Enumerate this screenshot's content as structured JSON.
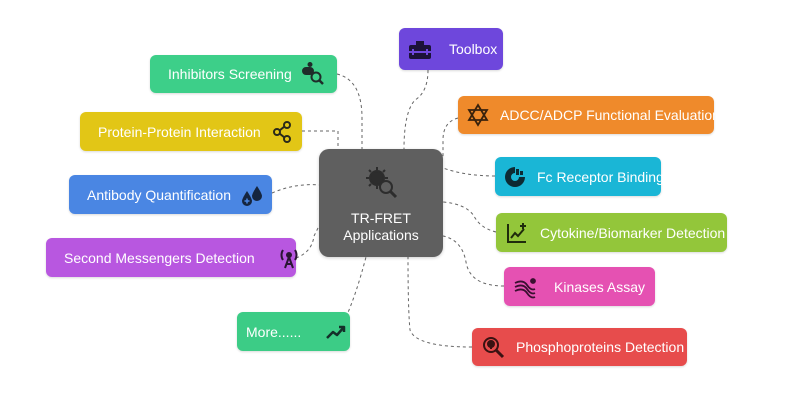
{
  "center": {
    "title_line1": "TR-FRET",
    "title_line2": "Applications",
    "icon": "virus-magnifier-icon"
  },
  "nodes": {
    "inhibitors_screening": {
      "label": "Inhibitors Screening",
      "color": "#3dcf89",
      "icon": "pill-magnifier-icon"
    },
    "protein_interaction": {
      "label": "Protein-Protein Interaction",
      "color": "#e2c616",
      "icon": "network-nodes-icon"
    },
    "antibody_quantification": {
      "label": "Antibody Quantification",
      "color": "#4a86e3",
      "icon": "droplets-icon"
    },
    "second_messengers": {
      "label": "Second Messengers Detection",
      "color": "#b857e0",
      "icon": "signal-tower-icon"
    },
    "more": {
      "label": "More......",
      "color": "#3ccc86",
      "icon": "trend-up-icon"
    },
    "toolbox": {
      "label": "Toolbox",
      "color": "#6e47dc",
      "icon": "toolbox-icon"
    },
    "adcc": {
      "label": "ADCC/ADCP Functional Evaluation",
      "color": "#ef8a2b",
      "icon": "star-of-david-icon"
    },
    "fc_receptor": {
      "label": "Fc Receptor Binding",
      "color": "#1ab6d6",
      "icon": "receptor-icon"
    },
    "cytokine": {
      "label": "Cytokine/Biomarker Detection",
      "color": "#93c63a",
      "icon": "chart-plus-icon"
    },
    "kinases": {
      "label": "Kinases Assay",
      "color": "#e551b2",
      "icon": "waves-icon"
    },
    "phospho": {
      "label": "Phosphoproteins Detection",
      "color": "#e74c4c",
      "icon": "magnifier-cell-icon"
    }
  }
}
